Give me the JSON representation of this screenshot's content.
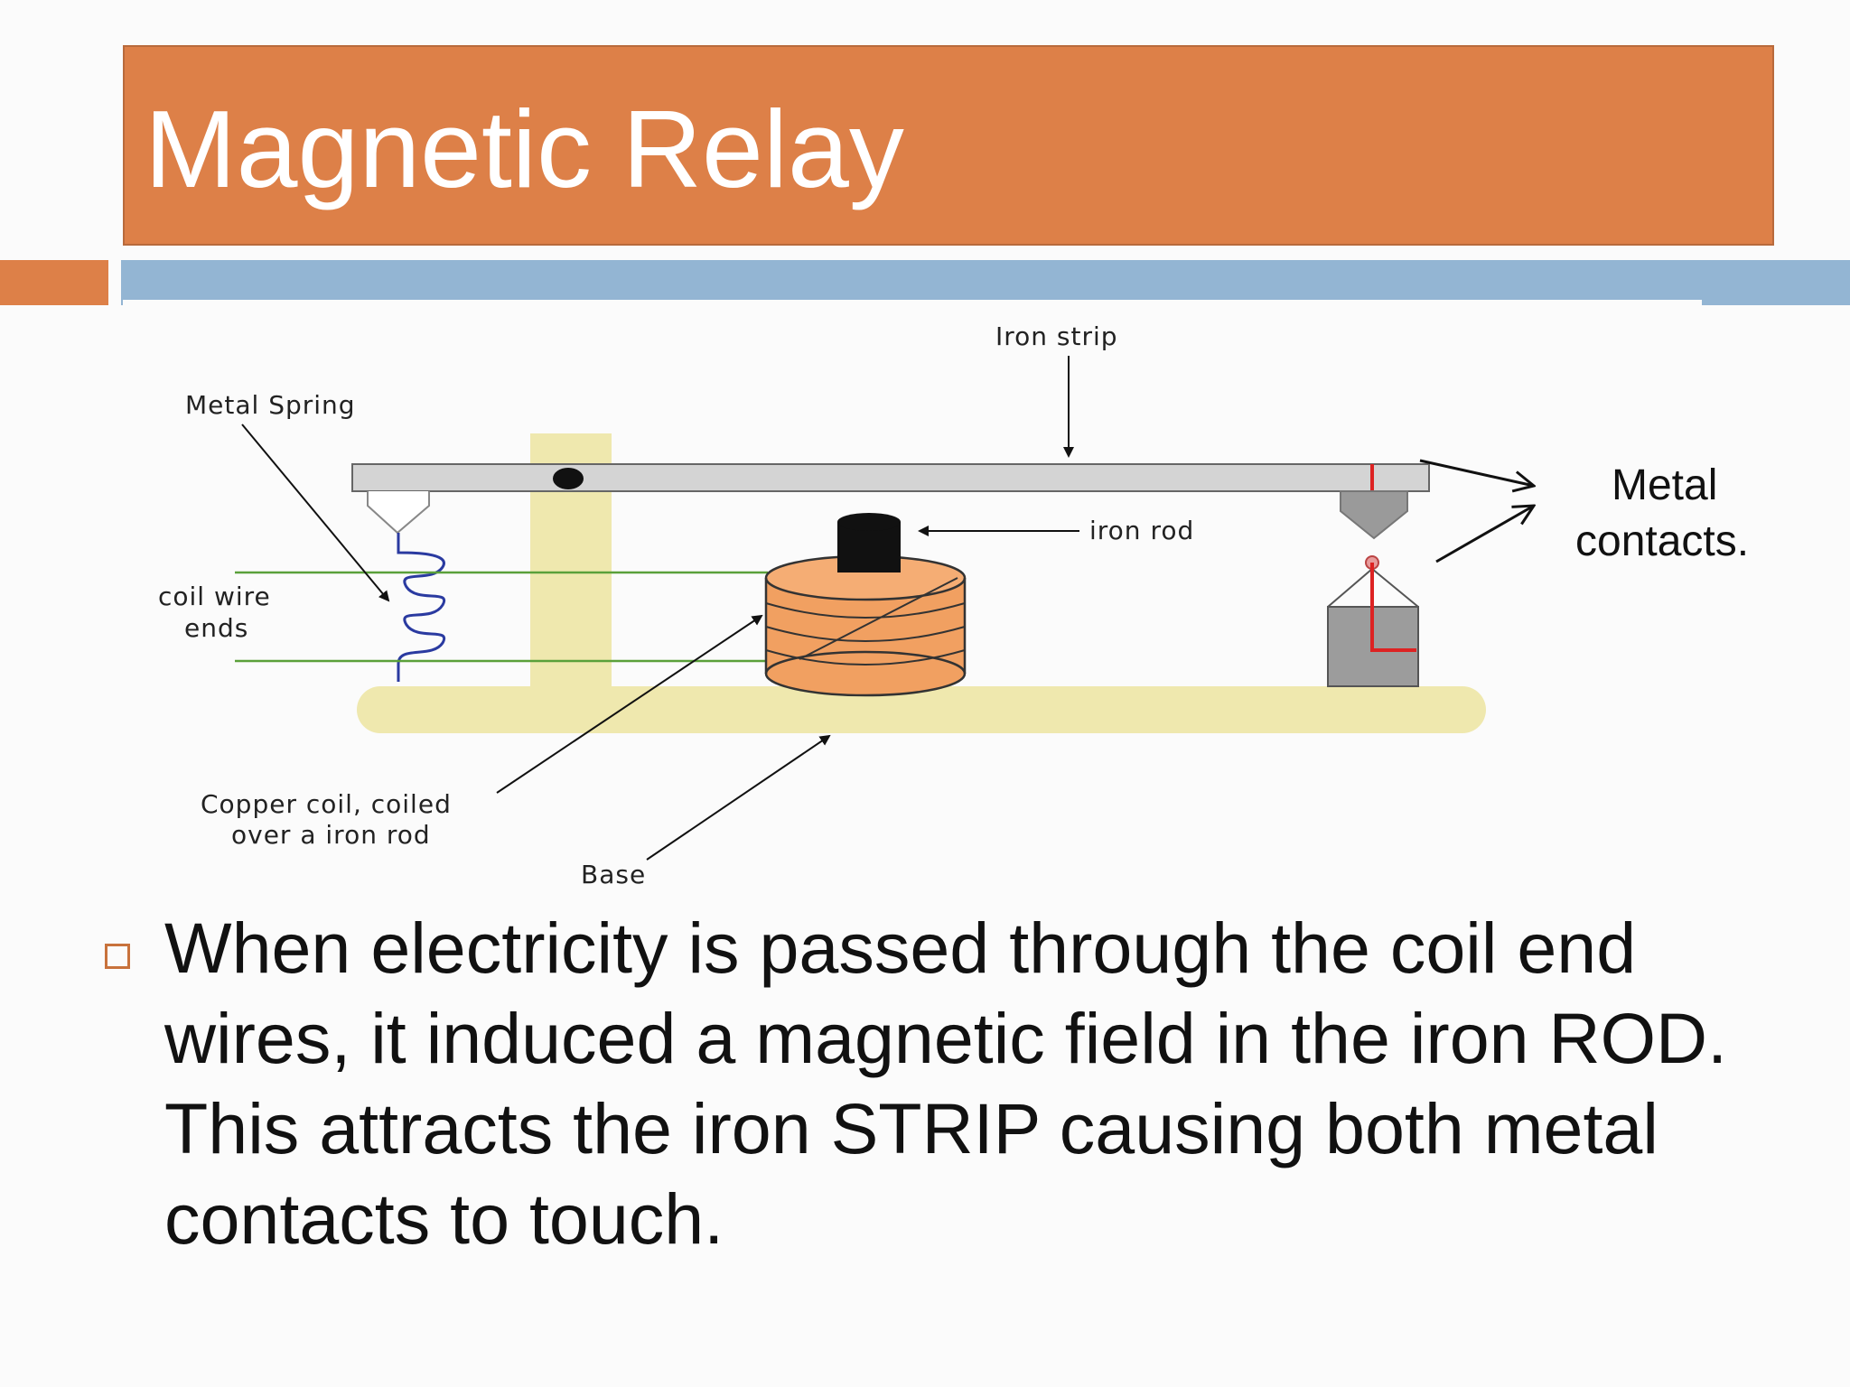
{
  "slide": {
    "title": "Magnetic Relay",
    "theme_colors": {
      "accent_orange": "#dd8048",
      "accent_blue": "#93b5d3"
    }
  },
  "diagram": {
    "labels": {
      "iron_strip": "Iron strip",
      "metal_spring": "Metal Spring",
      "iron_rod": "iron rod",
      "coil_wire_ends_line1": "coil wire",
      "coil_wire_ends_line2": "ends",
      "copper_coil_line1": "Copper coil, coiled",
      "copper_coil_line2": "over a iron rod",
      "base": "Base",
      "metal_contacts_line1": "Metal",
      "metal_contacts_line2": "contacts."
    }
  },
  "bullets": [
    {
      "icon": "square-bullet-icon",
      "text": "When electricity is passed through the coil end wires, it induced a magnetic field in the iron ROD. This attracts the iron STRIP causing both metal contacts to touch."
    }
  ]
}
